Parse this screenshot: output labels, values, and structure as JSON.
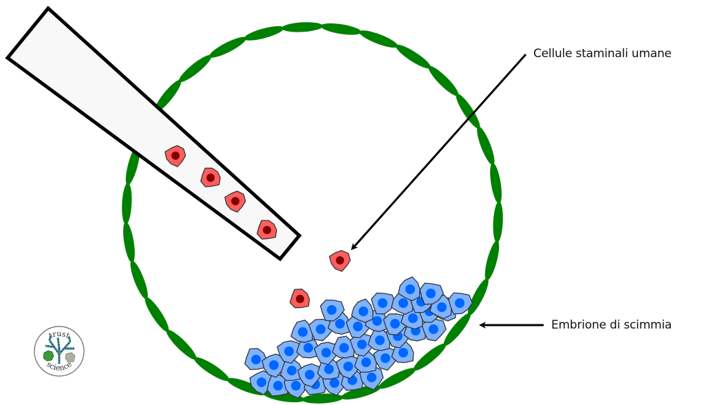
{
  "labels": {
    "stem_cells": "Cellule staminali umane",
    "embryo": "Embrione di scimmia"
  },
  "logo": {
    "top_text": "trust",
    "bottom_text": "science"
  },
  "colors": {
    "ring": "#008000",
    "pipette_fill": "#f8f8f8",
    "pipette_stroke": "#000000",
    "human_cell": "#ff5e5e",
    "human_nucleus": "#800000",
    "monkey_cell": "#80b3ff",
    "monkey_nucleus": "#0066ff",
    "cell_outline": "#333333",
    "arrow": "#000000"
  },
  "counts": {
    "human_cells_in_pipette": 4,
    "human_cells_injected": 2
  }
}
